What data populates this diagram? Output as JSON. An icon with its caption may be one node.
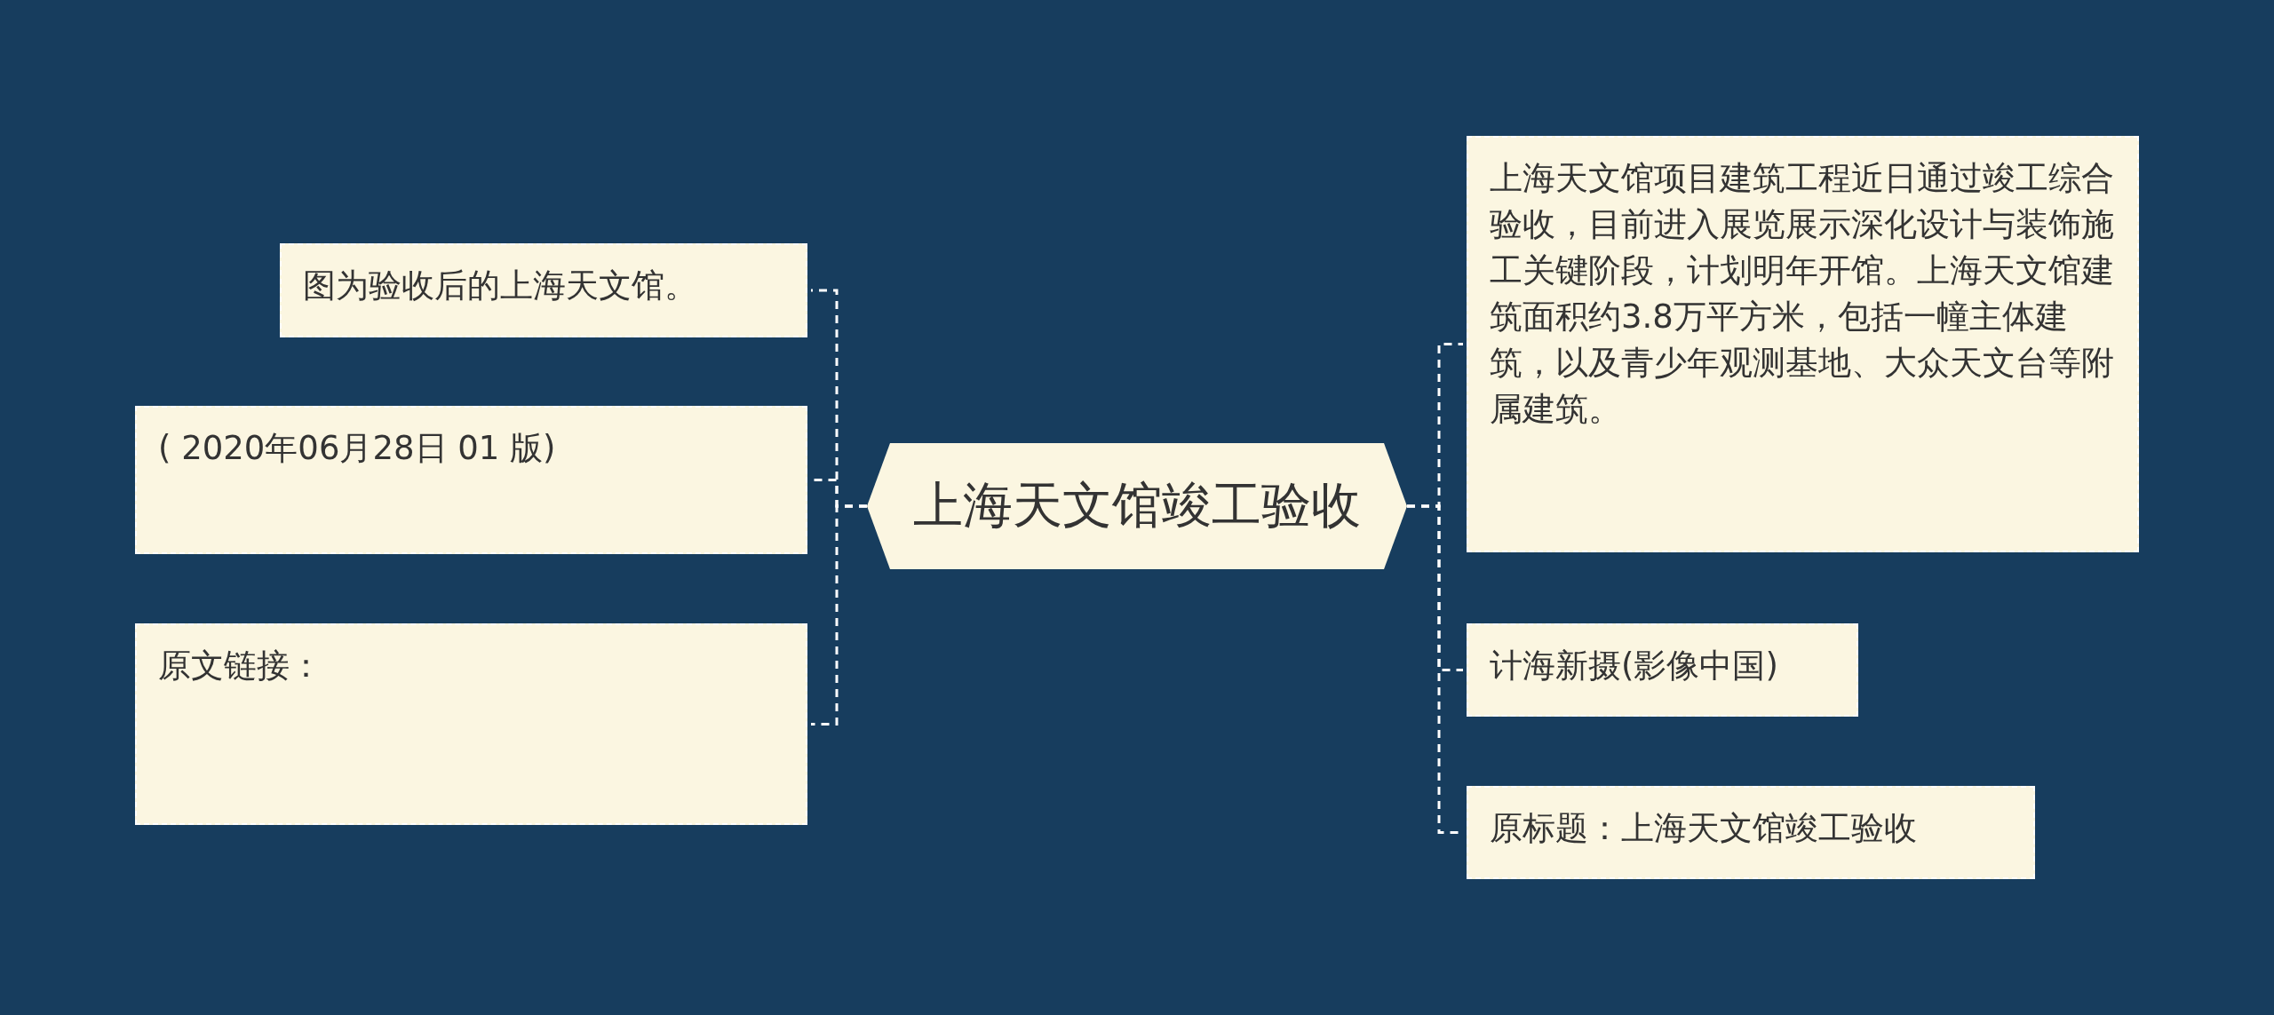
{
  "diagram": {
    "nodes": [
      {
        "text": [
          "上海天文馆竣工验收"
        ]
      },
      {
        "text": [
          "图为验收后的上海天文馆。"
        ]
      },
      {
        "text": [
          "( 2020年06月28日 01 版)"
        ]
      },
      {
        "text": [
          "原文链接："
        ]
      },
      {
        "text": [
          "上海天文馆项目建筑工程近日通过竣工综合验收，目前进入展览展示深化设计与装饰施工关键阶段，计划明年开馆。上海天文馆建筑面积约3.8万平方米，包括一幢主体建筑，以及青少年观测基地、大众天文台等附属建筑。"
        ]
      },
      {
        "text": [
          "计海新摄(影像中国)"
        ]
      },
      {
        "text": [
          "原标题：上海天文馆竣工验收"
        ]
      }
    ],
    "edges": [
      {
        "from": 0,
        "to": 1,
        "arrow": "none",
        "style": "dashed"
      },
      {
        "from": 0,
        "to": 2,
        "arrow": "none",
        "style": "dashed"
      },
      {
        "from": 0,
        "to": 3,
        "arrow": "none",
        "style": "dashed"
      },
      {
        "from": 0,
        "to": 4,
        "arrow": "none",
        "style": "dashed"
      },
      {
        "from": 0,
        "to": 5,
        "arrow": "none",
        "style": "dashed"
      },
      {
        "from": 0,
        "to": 6,
        "arrow": "none",
        "style": "dashed"
      }
    ]
  }
}
